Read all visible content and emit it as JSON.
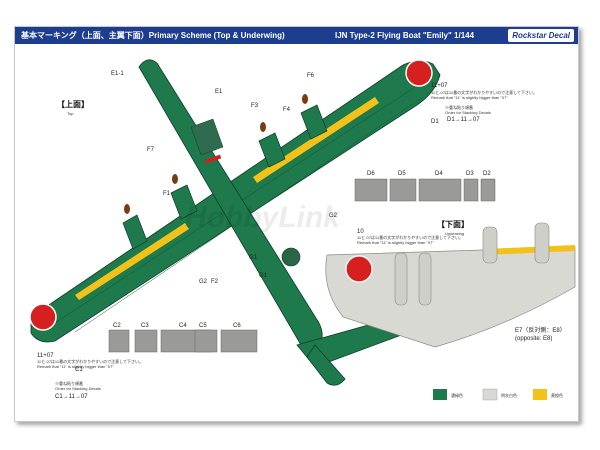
{
  "header": {
    "title_left": "基本マーキング（上面、主翼下面）Primary Scheme (Top & Underwing)",
    "title_right": "IJN Type-2 Flying Boat \"Emily\" 1/144",
    "logo": "Rockstar Decal"
  },
  "top_view": {
    "heading": "【上面】",
    "subheading": "Top",
    "callouts": [
      "E1-1",
      "E1",
      "F6",
      "F3",
      "F4",
      "F7",
      "D1",
      "F1",
      "G2",
      "G1",
      "G1",
      "G2",
      "F2",
      "C1",
      "11+07"
    ],
    "note_jp": "11と-07は11番の文字がわかりやすいので注意して下さい。",
    "note_en": "Remark that \"11\" is slightly bigger than \"07\"",
    "order_jp": "※重ね貼り順番",
    "order_en": "Order for Stacking Decals",
    "order_d": "D1→11→07",
    "order_c": "C1→11→07"
  },
  "strips_d": [
    "D6",
    "D5",
    "D4",
    "D3",
    "D2"
  ],
  "strips_c": [
    "C2",
    "C3",
    "C4",
    "C5",
    "C6"
  ],
  "under_view": {
    "heading": "【下面】",
    "subheading": "Underwing",
    "callout": "10",
    "ref_label": "E7（反対側：E8）",
    "ref_label_en": "(opposite: E8)"
  },
  "legend": {
    "swatches": [
      {
        "color": "#1e7a4c",
        "label": "濃緑色"
      },
      {
        "color": "#d9d9d3",
        "label": "明灰白色"
      },
      {
        "color": "#f2c21a",
        "label": "黄橙色"
      }
    ]
  },
  "watermark": "HobbyLink"
}
